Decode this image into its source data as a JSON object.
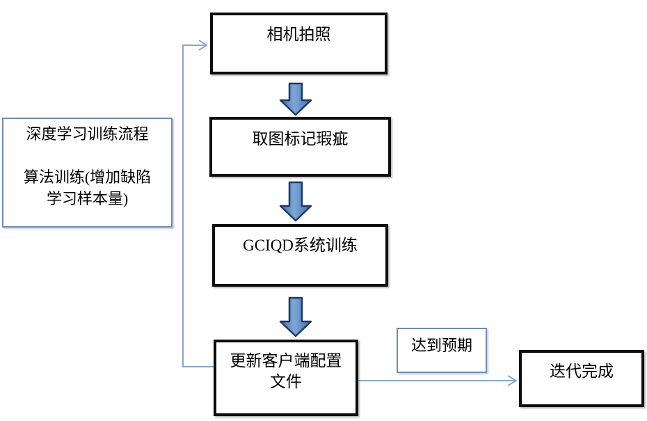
{
  "flowchart": {
    "left_panel": {
      "label": "深度学习训练流程\n\n算法训练(增加缺陷\n学习样本量)"
    },
    "nodes": {
      "camera": {
        "label": "相机拍照"
      },
      "mark_defects": {
        "label": "取图标记瑕疵"
      },
      "system_training": {
        "label": "GCIQD系统训练"
      },
      "update_config": {
        "label": "更新客户端配置\n文件"
      },
      "expectation": {
        "label": "达到预期"
      },
      "done": {
        "label": "迭代完成"
      }
    },
    "colors": {
      "background": "#ffffff",
      "main_box_border": "#0d0d0d",
      "light_box_border": "#6f8cb4",
      "connector_line": "#8aa5c8",
      "block_arrow_fill_dark": "#3f6ea5",
      "block_arrow_fill_light": "#7ea7d8",
      "block_arrow_stroke": "#1f3864",
      "text": "#000000"
    }
  }
}
